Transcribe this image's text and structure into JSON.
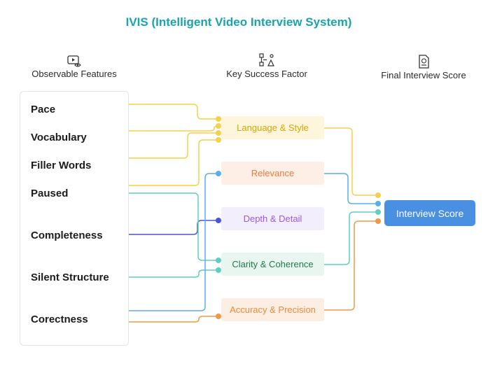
{
  "title": "IVIS (Intelligent Video Interview System)",
  "columns": {
    "features": {
      "label": "Observable Features",
      "icon": "video-eye-icon"
    },
    "factors": {
      "label": "Key Success Factor",
      "icon": "flowchart-icon"
    },
    "score": {
      "label": "Final Interview Score",
      "icon": "document-icon"
    }
  },
  "features": [
    "Pace",
    "Vocabulary",
    "Filler Words",
    "Paused",
    "Completeness",
    "Silent Structure",
    "Corectness"
  ],
  "factors": [
    {
      "label": "Language & Style",
      "bg": "#fdf6dc",
      "color": "#d9a400"
    },
    {
      "label": "Relevance",
      "bg": "#fdeee6",
      "color": "#f07a3c"
    },
    {
      "label": "Depth & Detail",
      "bg": "#f3eefc",
      "color": "#9b59e0"
    },
    {
      "label": "Clarity & Coherence",
      "bg": "#e9f6ef",
      "color": "#1f7a4a"
    },
    {
      "label": "Accuracy & Precision",
      "bg": "#fdeee4",
      "color": "#ee8a3c"
    }
  ],
  "final_score": {
    "label": "Interview Score",
    "color": "#4a90e2"
  },
  "colors": {
    "title": "#1aa3b0",
    "yellow": "#f5d04a",
    "blue": "#5aaeea",
    "indigo": "#4b55d8",
    "teal": "#5ccfbf",
    "orange": "#ee9b45"
  }
}
